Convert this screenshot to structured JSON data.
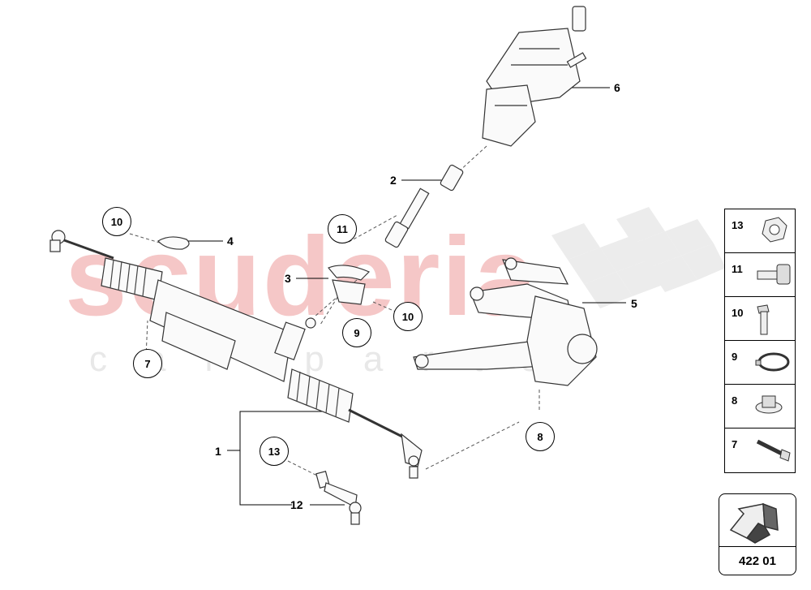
{
  "watermark": {
    "main": "scuderia",
    "sub": "car parts"
  },
  "callouts": {
    "c1": "1",
    "c2": "2",
    "c3": "3",
    "c4": "4",
    "c5": "5",
    "c6": "6",
    "c12": "12"
  },
  "bubbles": {
    "b10a": "10",
    "b11": "11",
    "b10b": "10",
    "b9": "9",
    "b7": "7",
    "b13": "13",
    "b8": "8"
  },
  "legend": {
    "items": [
      {
        "number": "13",
        "icon": "hex-nut-icon"
      },
      {
        "number": "11",
        "icon": "sleeve-bolt-icon"
      },
      {
        "number": "10",
        "icon": "hex-bolt-icon"
      },
      {
        "number": "9",
        "icon": "hose-clamp-icon"
      },
      {
        "number": "8",
        "icon": "flange-nut-icon"
      },
      {
        "number": "7",
        "icon": "long-bolt-icon"
      }
    ]
  },
  "nav": {
    "code": "422 01",
    "icon": "arrow-icon"
  }
}
